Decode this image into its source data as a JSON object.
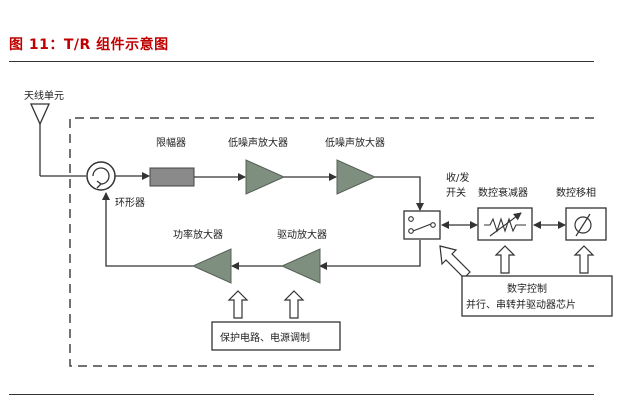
{
  "figure": {
    "title": "图 11：T/R 组件示意图"
  },
  "labels": {
    "antenna": "天线单元",
    "limiter": "限幅器",
    "lna1": "低噪声放大器",
    "lna2": "低噪声放大器",
    "circulator": "环形器",
    "switch_line1": "收/发",
    "switch_line2": "开关",
    "attenuator": "数控衰减器",
    "phase_shifter": "数控移相",
    "power_amp": "功率放大器",
    "driver_amp": "驱动放大器",
    "digital_ctrl_line1": "数字控制",
    "digital_ctrl_line2": "并行、串转并驱动器芯片",
    "protection": "保护电路、电源调制"
  },
  "colors": {
    "title": "#c00000",
    "amplifier": "#7f8f7f",
    "limiter": "#8a8a8a",
    "line": "#333333"
  }
}
